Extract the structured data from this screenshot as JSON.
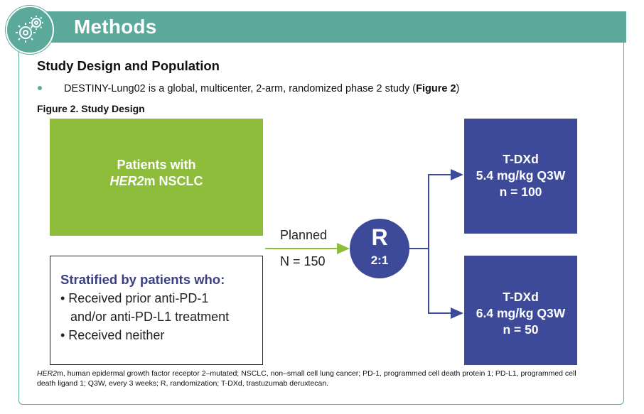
{
  "header": {
    "title": "Methods",
    "icon": "gears-icon",
    "colors": {
      "header_bg": "#5aa99a",
      "header_text": "#ffffff"
    }
  },
  "section": {
    "title": "Study Design and Population"
  },
  "bullet": {
    "text_before": "DESTINY-Lung02 is a global, multicenter, 2-arm, randomized phase 2 study (",
    "text_bold": "Figure 2",
    "text_after": ")"
  },
  "figure": {
    "caption": "Figure 2. Study Design",
    "patients_box": {
      "line1": "Patients with",
      "line2_italic": "HER2",
      "line2_rest": "m NSCLC",
      "color": "#8ebd3b"
    },
    "stratification": {
      "title": "Stratified by patients who:",
      "items": [
        "• Received prior anti-PD-1",
        "and/or anti-PD-L1 treatment",
        "• Received neither"
      ]
    },
    "arrow_label_top": "Planned",
    "arrow_label_bottom": "N = 150",
    "randomization": {
      "letter": "R",
      "ratio": "2:1",
      "color": "#3d4a9a"
    },
    "arms": [
      {
        "name": "T-DXd",
        "dose": "5.4 mg/kg Q3W",
        "n": "n = 100"
      },
      {
        "name": "T-DXd",
        "dose": "6.4 mg/kg Q3W",
        "n": "n = 50"
      }
    ],
    "arm_color": "#3d4a9a"
  },
  "footnote": {
    "italic_start": "HER2",
    "text": "m, human epidermal growth factor receptor 2–mutated; NSCLC, non–small cell lung cancer; PD-1, programmed cell death protein 1; PD-L1, programmed cell death ligand 1; Q3W, every 3 weeks; R, randomization; T-DXd, trastuzumab deruxtecan."
  }
}
